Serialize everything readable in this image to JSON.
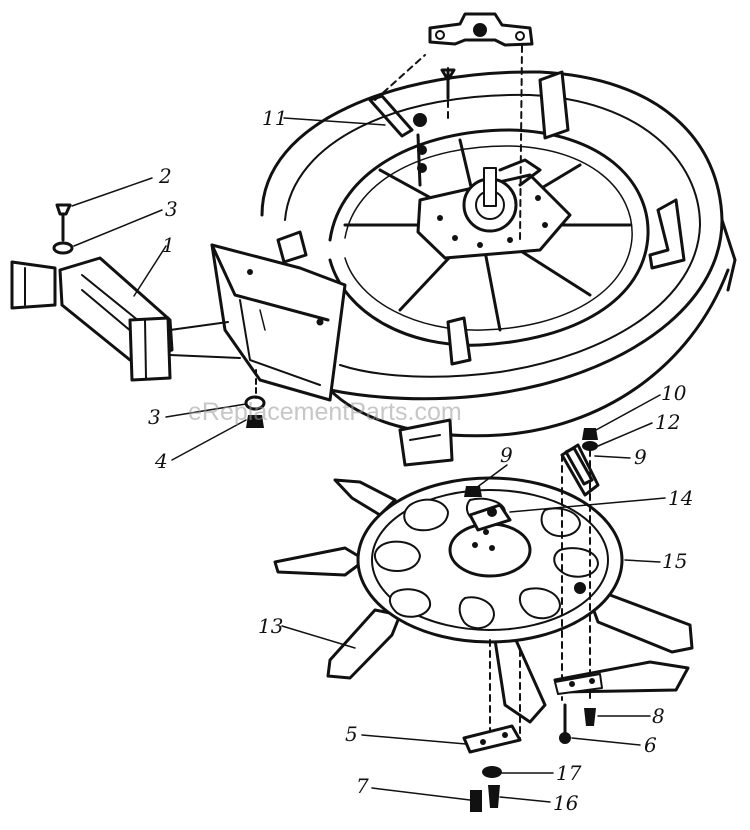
{
  "watermark": "eReplacementParts.com",
  "callouts": {
    "c1": "1",
    "c2": "2",
    "c3a": "3",
    "c3b": "3",
    "c4": "4",
    "c5": "5",
    "c6": "6",
    "c7": "7",
    "c8": "8",
    "c9a": "9",
    "c9b": "9",
    "c10": "10",
    "c11": "11",
    "c12": "12",
    "c13": "13",
    "c14": "14",
    "c15": "15",
    "c16": "16",
    "c17": "17"
  },
  "colors": {
    "ink": "#111111",
    "paper": "#ffffff",
    "watermark": "#9a9a9a"
  }
}
